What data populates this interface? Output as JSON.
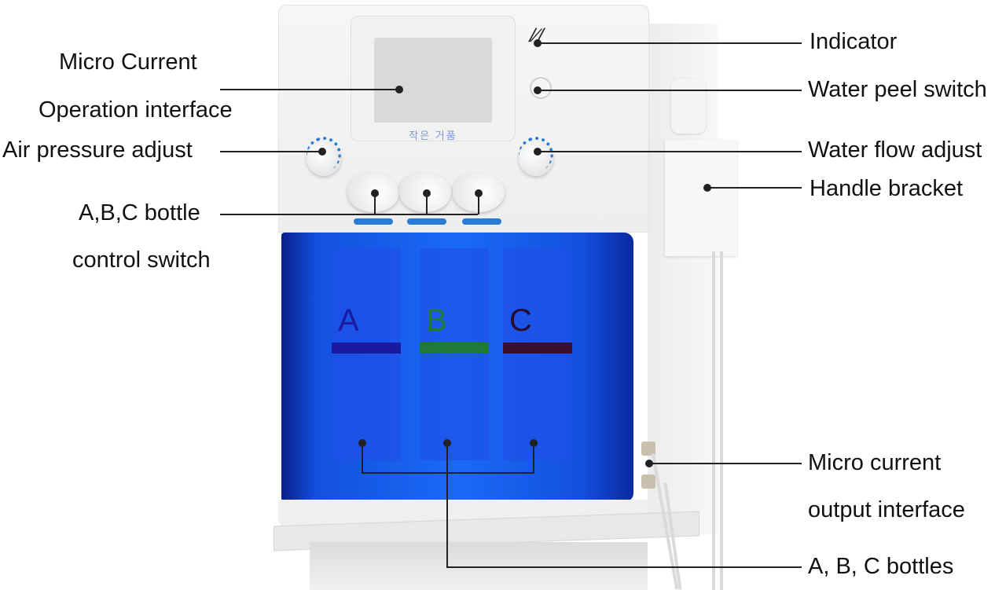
{
  "diagram": {
    "subject": "Hydra facial water peel machine",
    "panel_text": "작은 거품",
    "bottles": [
      {
        "letter": "A",
        "band_color": "#1a1aa0"
      },
      {
        "letter": "B",
        "band_color": "#1f7a3a"
      },
      {
        "letter": "C",
        "band_color": "#3a1030"
      }
    ],
    "colors": {
      "tank_blue": "#1a6af5",
      "knob_indicator_blue": "#2a7bd6",
      "callout_line": "#222222",
      "body_white": "#f2f2f2"
    }
  },
  "labels": {
    "left": [
      {
        "id": "micro-current-operation",
        "lines": [
          "Micro Current",
          "Operation interface"
        ]
      },
      {
        "id": "air-pressure-adjust",
        "lines": [
          "Air pressure adjust"
        ]
      },
      {
        "id": "abc-bottle-control-switch",
        "lines": [
          "A,B,C bottle",
          "control switch"
        ]
      }
    ],
    "right": [
      {
        "id": "indicator",
        "lines": [
          "Indicator"
        ]
      },
      {
        "id": "water-peel-switch",
        "lines": [
          "Water peel switch"
        ]
      },
      {
        "id": "water-flow-adjust",
        "lines": [
          "Water flow adjust"
        ]
      },
      {
        "id": "handle-bracket",
        "lines": [
          "Handle bracket"
        ]
      },
      {
        "id": "micro-current-output",
        "lines": [
          "Micro current",
          "output interface"
        ]
      },
      {
        "id": "abc-bottles",
        "lines": [
          "A, B, C bottles"
        ]
      }
    ]
  }
}
